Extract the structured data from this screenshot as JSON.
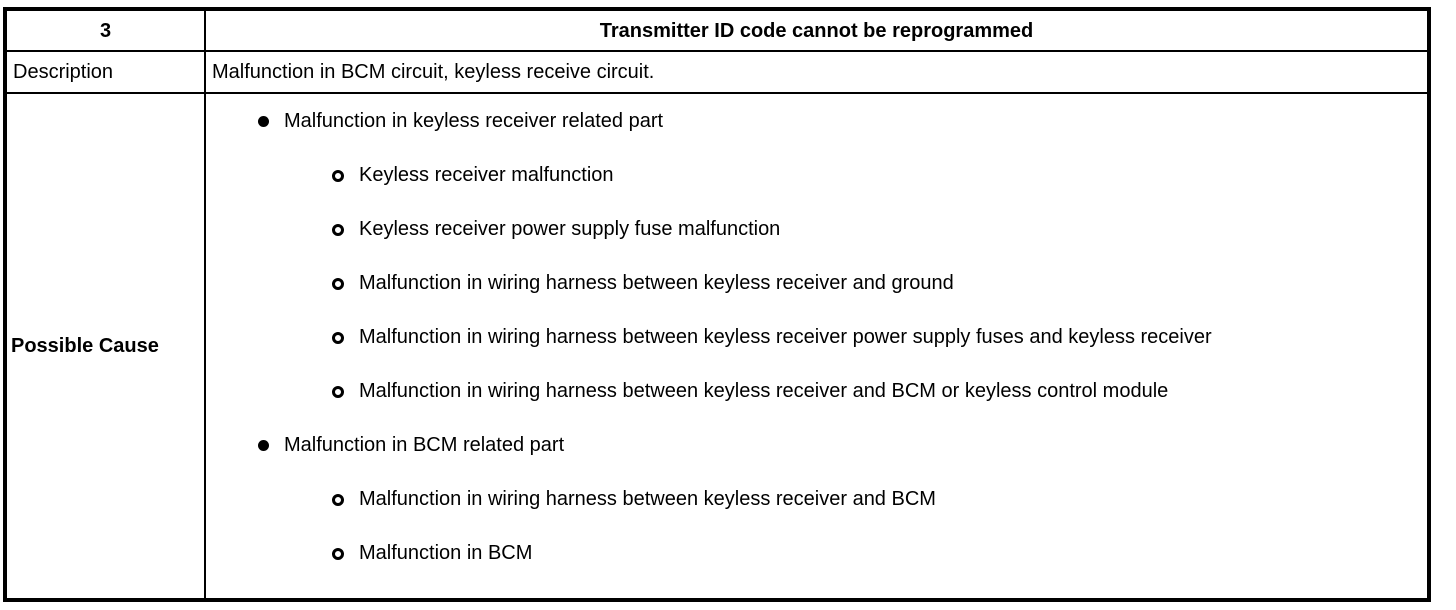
{
  "table": {
    "dtc_number": "3",
    "dtc_title": "Transmitter ID code cannot be reprogrammed",
    "description_label": "Description",
    "description_value": "Malfunction in BCM circuit, keyless receive circuit.",
    "possible_cause_label": "Possible Cause",
    "possible_cause": {
      "groups": [
        {
          "text": "Malfunction in keyless receiver related part",
          "sub": [
            "Keyless receiver malfunction",
            "Keyless receiver power supply fuse malfunction",
            "Malfunction in wiring harness between keyless receiver and ground",
            "Malfunction in wiring harness between keyless receiver power supply fuses and keyless receiver",
            "Malfunction in wiring harness between keyless receiver and BCM or keyless control module"
          ]
        },
        {
          "text": "Malfunction in BCM related part",
          "sub": [
            "Malfunction in wiring harness between keyless receiver and BCM",
            "Malfunction in BCM"
          ]
        }
      ]
    },
    "colors": {
      "border": "#000000",
      "text": "#000000",
      "background": "#ffffff"
    }
  }
}
